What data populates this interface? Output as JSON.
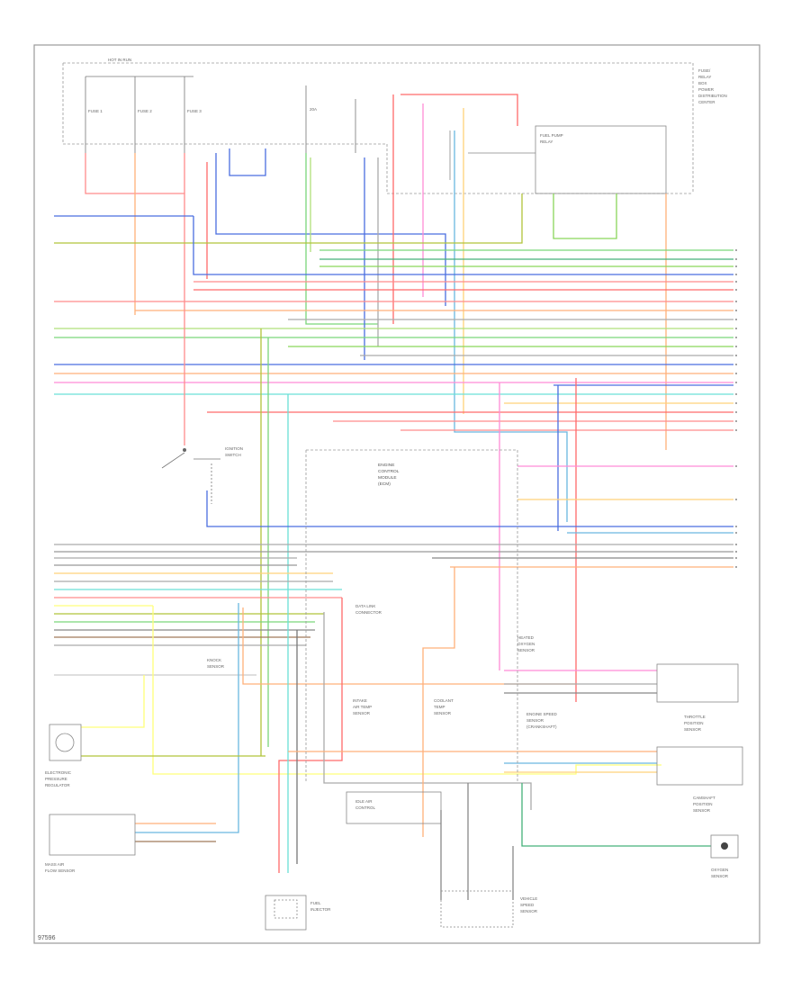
{
  "diagram": {
    "hot_label": "HOT IN RUN",
    "fuse_box_label": [
      "FUSE/",
      "RELAY",
      "BOX"
    ],
    "fuse_caption": "20A",
    "ecm_labels": [
      "ENGINE",
      "CONTROL",
      "MODULE",
      "(ECM)"
    ],
    "relay_label": [
      "FUEL PUMP",
      "RELAY"
    ],
    "relay_right_label": [
      "POWER",
      "DISTRIBUTION",
      "CENTER"
    ],
    "dlc_label": [
      "DATA LINK",
      "CONNECTOR"
    ],
    "ign_switch_label": [
      "IGNITION",
      "SWITCH"
    ],
    "sensors": {
      "top_left": [
        "ENGINE SPEED",
        "SENSOR",
        "(CRANKSHAFT)"
      ],
      "mid_1": [
        "INTAKE",
        "AIR TEMP",
        "SENSOR"
      ],
      "mid_2": [
        "COOLANT",
        "TEMP",
        "SENSOR"
      ],
      "mid_3": [
        "KNOCK",
        "SENSOR"
      ],
      "right_top": [
        "THROTTLE",
        "POSITION",
        "SENSOR"
      ],
      "right_mid": [
        "CAMSHAFT",
        "POSITION",
        "SENSOR"
      ],
      "right_bottom": [
        "HEATED",
        "OXYGEN",
        "SENSOR"
      ],
      "left_box_1": [
        "ELECTRONIC",
        "PRESSURE",
        "REGULATOR"
      ],
      "left_box_2": [
        "MASS AIR",
        "FLOW SENSOR"
      ],
      "bottom_center_1": [
        "IDLE AIR",
        "CONTROL"
      ],
      "bottom_center_2": [
        "FUEL",
        "INJECTOR"
      ],
      "bottom_right": [
        "VEHICLE",
        "SPEED",
        "SENSOR"
      ],
      "far_right": [
        "OXYGEN",
        "SENSOR"
      ]
    },
    "footer_code": "97596"
  }
}
